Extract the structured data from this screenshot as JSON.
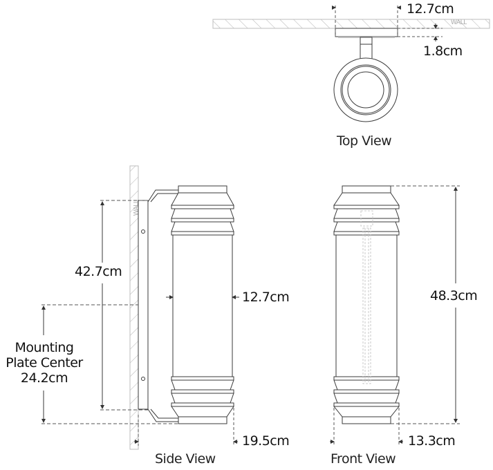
{
  "views": {
    "top": {
      "title": "Top View",
      "wall_label": "WALL",
      "width": "12.7cm",
      "depth": "1.8cm"
    },
    "side": {
      "title": "Side View",
      "wall_label": "WALL",
      "height_to_top": "42.7cm",
      "diameter": "12.7cm",
      "projection": "19.5cm",
      "mounting": {
        "line1": "Mounting",
        "line2": "Plate Center",
        "value": "24.2cm"
      }
    },
    "front": {
      "title": "Front View",
      "height": "48.3cm",
      "width": "13.3cm"
    }
  },
  "colors": {
    "line": "#3a3a3a",
    "hatch": "#bdbdbd",
    "dash": "#555555",
    "ghost": "#c8c8c8"
  }
}
